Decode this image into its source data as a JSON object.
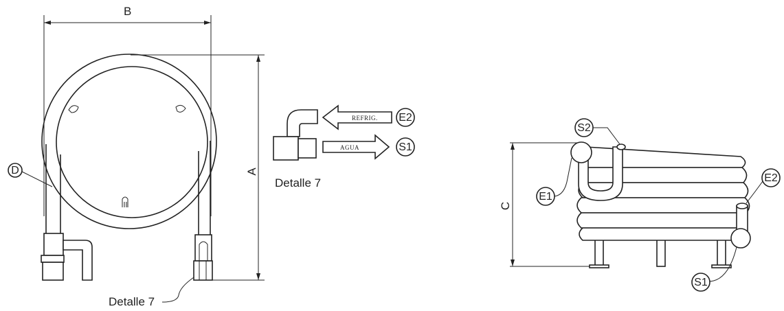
{
  "front_view": {
    "dim_width": "B",
    "dim_height": "A",
    "callout_diameter": "D",
    "detail_ref": "Detalle 7"
  },
  "detail_view": {
    "title": "Detalle 7",
    "arrow_top": "REFRIG.",
    "arrow_bottom": "AGUA",
    "label_top": "E2",
    "label_bottom": "S1"
  },
  "side_view": {
    "dim_height": "C",
    "labels": {
      "s2": "S2",
      "e1": "E1",
      "e2": "E2",
      "s1": "S1"
    }
  }
}
